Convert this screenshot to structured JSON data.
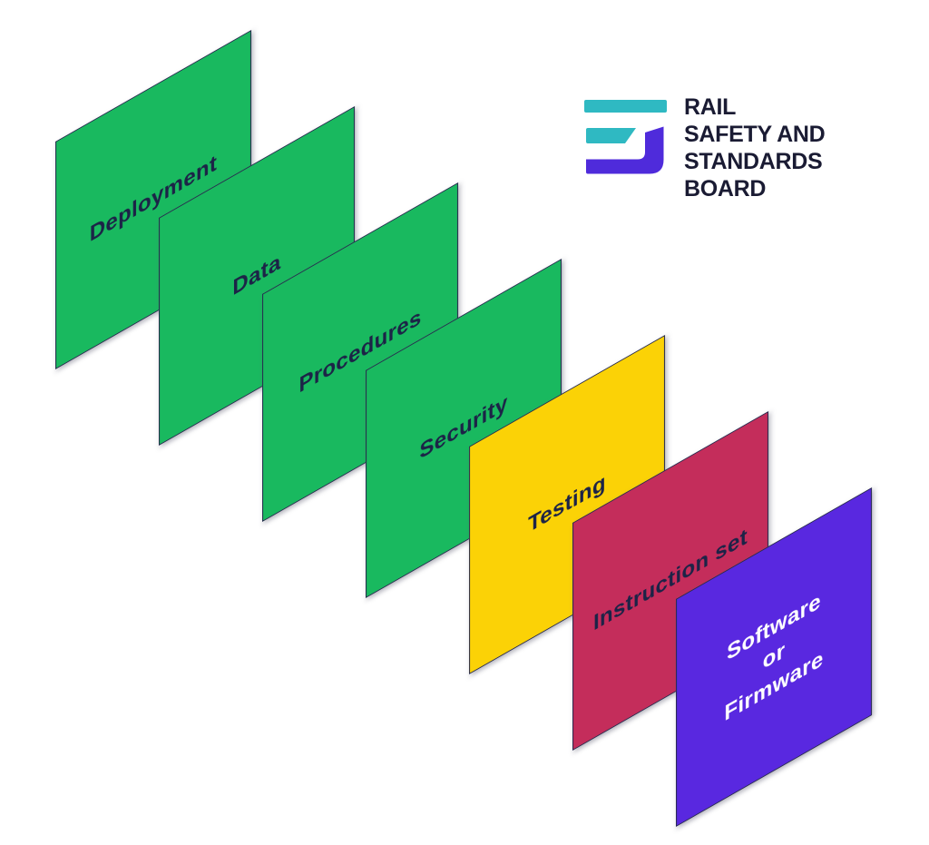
{
  "diagram": {
    "description": "Seven overlapping tilted layer panels from back-left to front-right",
    "outline_color": "#272A4E",
    "layers": [
      {
        "label": "Deployment",
        "fill": "#19B95F",
        "text_color": "#1C2347"
      },
      {
        "label": "Data",
        "fill": "#19B95F",
        "text_color": "#1C2347"
      },
      {
        "label": "Procedures",
        "fill": "#19B95F",
        "text_color": "#1C2347"
      },
      {
        "label": "Security",
        "fill": "#19B95F",
        "text_color": "#1C2347"
      },
      {
        "label": "Testing",
        "fill": "#FBD206",
        "text_color": "#1C2347"
      },
      {
        "label": "Instruction set",
        "fill": "#C42D5B",
        "text_color": "#1C2347"
      },
      {
        "label": "Software\nor\nFirmware",
        "fill": "#5928E0",
        "text_color": "#FFFFFF"
      }
    ]
  },
  "logo": {
    "icon": "rssb-mark",
    "lines": [
      "RAIL",
      "SAFETY AND",
      "STANDARDS",
      "BOARD"
    ],
    "teal": "#2FB9C2",
    "purple": "#4F2BDB",
    "text_color": "#1A1B33"
  }
}
